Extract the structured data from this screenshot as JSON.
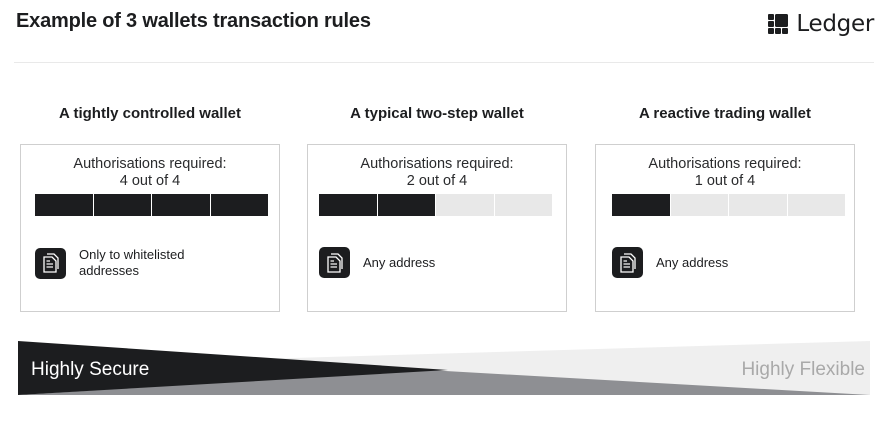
{
  "header": {
    "title": "Example of 3 wallets transaction rules",
    "logo_text": "Ledger"
  },
  "wallets": [
    {
      "title": "A tightly controlled wallet",
      "auth_label": "Authorisations required:",
      "auth_count": "4 out of 4",
      "required": 4,
      "total": 4,
      "rule_icon": "document-icon",
      "rule_line1": "Only to whitelisted",
      "rule_line2": "addresses"
    },
    {
      "title": "A typical two-step wallet",
      "auth_label": "Authorisations required:",
      "auth_count": "2 out of 4",
      "required": 2,
      "total": 4,
      "rule_icon": "document-icon",
      "rule_line1": "Any address",
      "rule_line2": ""
    },
    {
      "title": "A reactive trading wallet",
      "auth_label": "Authorisations required:",
      "auth_count": "1 out of 4",
      "required": 1,
      "total": 4,
      "rule_icon": "document-icon",
      "rule_line1": "Any address",
      "rule_line2": ""
    }
  ],
  "scale": {
    "left_label": "Highly Secure",
    "right_label": "Highly Flexible"
  },
  "colors": {
    "dark": "#1c1d1f",
    "empty_segment": "#e8e8e8",
    "mid_gray": "#8e8f93",
    "light_gray": "#efefef"
  }
}
